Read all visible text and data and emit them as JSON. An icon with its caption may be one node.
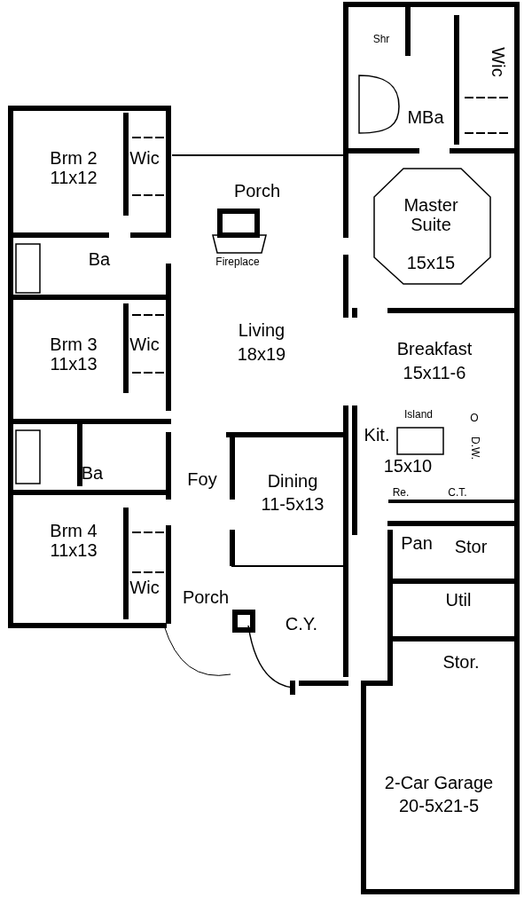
{
  "diagram": {
    "labels": [
      "Shr",
      "Wic",
      "MBa",
      "Brm 2",
      "11x12",
      "Wic",
      "Porch",
      "Master Suite",
      "15x15",
      "Fireplace",
      "Ba",
      "Brm 3",
      "11x13",
      "Wic",
      "Living",
      "18x19",
      "Breakfast",
      "15x11-6",
      "Island",
      "O",
      "Kit.",
      "D.W.",
      "15x10",
      "Ba",
      "Foy",
      "Dining",
      "11-5x13",
      "Re.",
      "C.T.",
      "Brm 4",
      "11x13",
      "Pan",
      "Stor",
      "Wic",
      "Porch",
      "C.Y.",
      "Util",
      "Stor.",
      "2-Car Garage",
      "20-5x21-5"
    ]
  }
}
